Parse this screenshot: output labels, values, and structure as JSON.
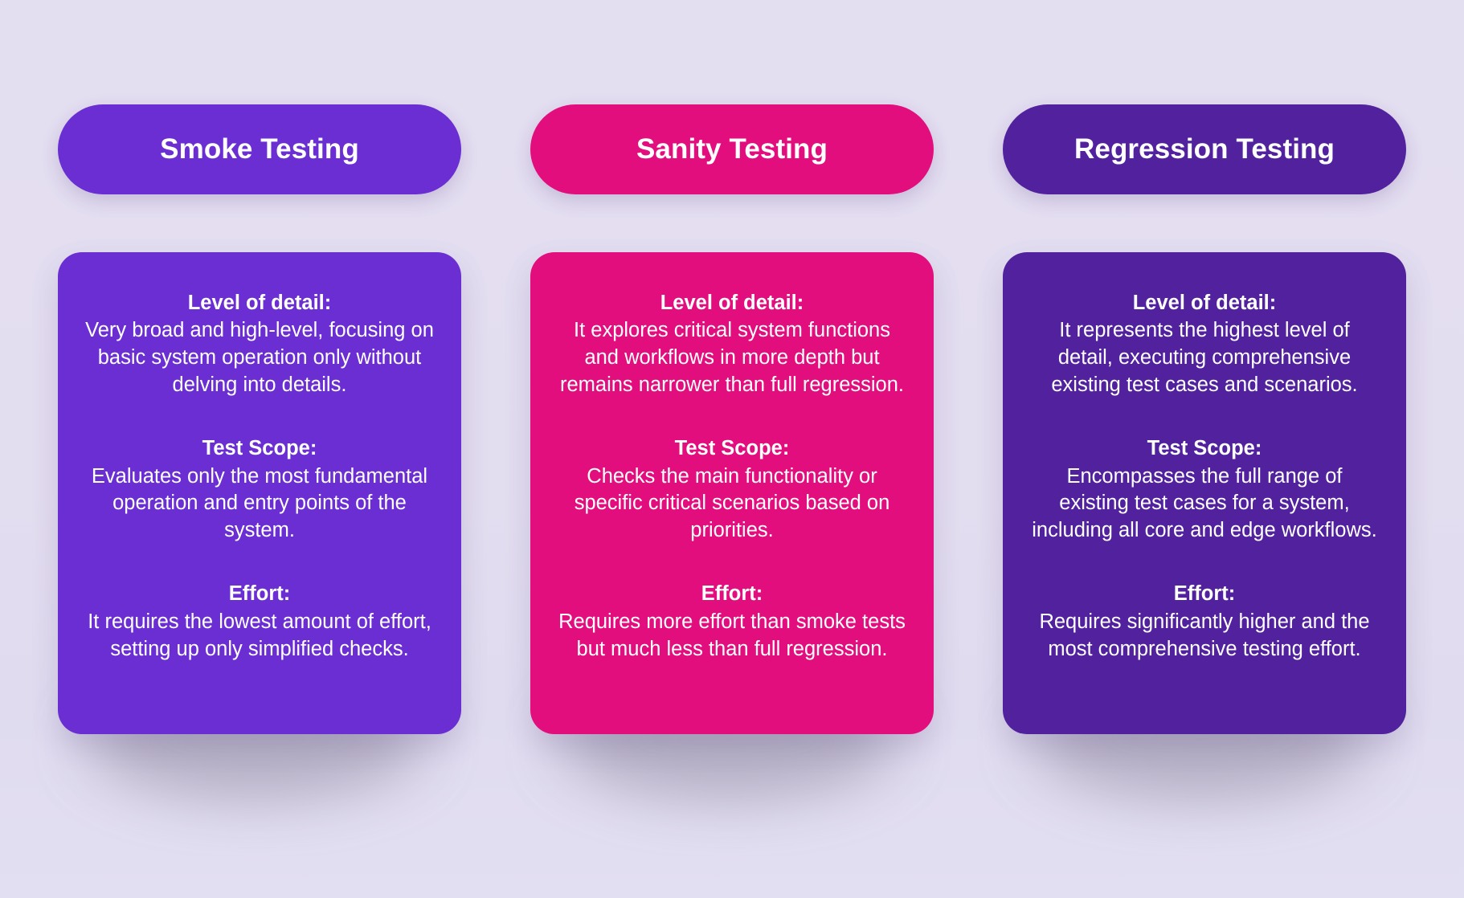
{
  "page": {
    "background_color": "#e3def1",
    "shadow_color": "#767087"
  },
  "columns": [
    {
      "id": "smoke-testing",
      "header": "Smoke Testing",
      "color": "#6a2ed2",
      "sections": [
        {
          "label": "Level of detail:",
          "text": "Very broad and high-level, focusing on basic system operation only without delving into details."
        },
        {
          "label": "Test Scope:",
          "text": "Evaluates only the most fundamental operation and entry points of the system."
        },
        {
          "label": "Effort:",
          "text": "It requires the lowest amount of effort, setting up only simplified checks."
        }
      ]
    },
    {
      "id": "sanity-testing",
      "header": "Sanity Testing",
      "color": "#e30e7e",
      "sections": [
        {
          "label": "Level of detail:",
          "text": "It explores critical system functions and workflows in more depth but remains narrower than full regression."
        },
        {
          "label": "Test Scope:",
          "text": "Checks the main functionality or specific critical scenarios based on priorities."
        },
        {
          "label": "Effort:",
          "text": "Requires more effort than smoke tests but much less than full regression."
        }
      ]
    },
    {
      "id": "regression-testing",
      "header": "Regression Testing",
      "color": "#51219e",
      "sections": [
        {
          "label": "Level of detail:",
          "text": "It represents the highest level of detail, executing comprehensive existing test cases and scenarios."
        },
        {
          "label": "Test Scope:",
          "text": "Encompasses the full range of existing test cases for a system, including all core and edge workflows."
        },
        {
          "label": "Effort:",
          "text": "Requires significantly higher and the most comprehensive testing effort."
        }
      ]
    }
  ]
}
